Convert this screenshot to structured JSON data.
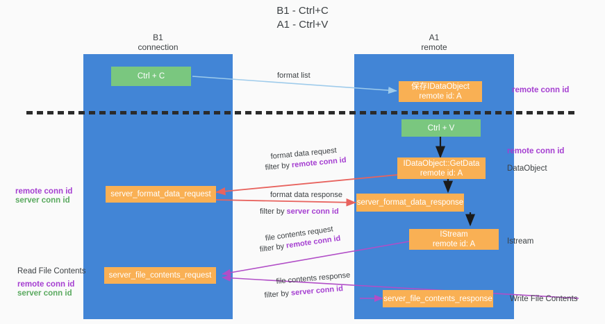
{
  "title": {
    "line1": "B1 - Ctrl+C",
    "line2": "A1 - Ctrl+V"
  },
  "columns": {
    "left": {
      "name": "B1",
      "role": "connection"
    },
    "right": {
      "name": "A1",
      "role": "remote"
    }
  },
  "boxes": {
    "ctrl_c": {
      "label": "Ctrl + C"
    },
    "ctrl_v": {
      "label": "Ctrl + V"
    },
    "idataobject_remote": {
      "line1": "保存IDataObject",
      "line2": "remote id: A"
    },
    "idataobject_getdata": {
      "line1": "IDataObject::GetData",
      "line2": "remote id: A"
    },
    "istream": {
      "line1": "IStream",
      "line2": "remote id: A"
    },
    "server_format_data_request": {
      "label": "server_format_data_request"
    },
    "server_format_data_response": {
      "label": "server_format_data_response"
    },
    "server_file_contents_request": {
      "label": "server_file_contents_request"
    },
    "server_file_contents_response": {
      "label": "server_file_contents_response"
    }
  },
  "edge_labels": {
    "format_list": "format list",
    "format_data_request": "format data request",
    "format_data_request_filter_prefix": "filter by ",
    "format_data_request_filter_key": "remote conn id",
    "format_data_response": "format data response",
    "format_data_response_filter_prefix": "filter by ",
    "format_data_response_filter_key": "server conn id",
    "file_contents_request": "file contents request",
    "file_contents_request_filter_prefix": "filter by ",
    "file_contents_request_filter_key": "remote conn id",
    "file_contents_response": "file contents response",
    "file_contents_response_filter_prefix": "filter by ",
    "file_contents_response_filter_key": "server conn id"
  },
  "right_labels": {
    "remote_conn_id_top": "remote conn id",
    "remote_conn_id_mid": "remote conn id",
    "dataobject": "DataObject",
    "istream": "Istream",
    "write_file_contents": "Write File Contents"
  },
  "left_labels": {
    "remote_conn_id_mid": "remote conn id",
    "server_conn_id_mid": "server conn id",
    "read_file_contents": "Read File Contents",
    "remote_conn_id_bottom": "remote conn id",
    "server_conn_id_bottom": "server conn id"
  },
  "colors": {
    "lane": "#4285d6",
    "green_box": "#7ac77f",
    "orange_box": "#f9b054",
    "purple_key": "#a53fd1",
    "green_key": "#5aa95f",
    "arrow_blue": "#9ecbeb",
    "arrow_red": "#e8635e",
    "arrow_black": "#1b1b1b",
    "arrow_purple": "#b14ec7",
    "background": "#fafafa"
  }
}
